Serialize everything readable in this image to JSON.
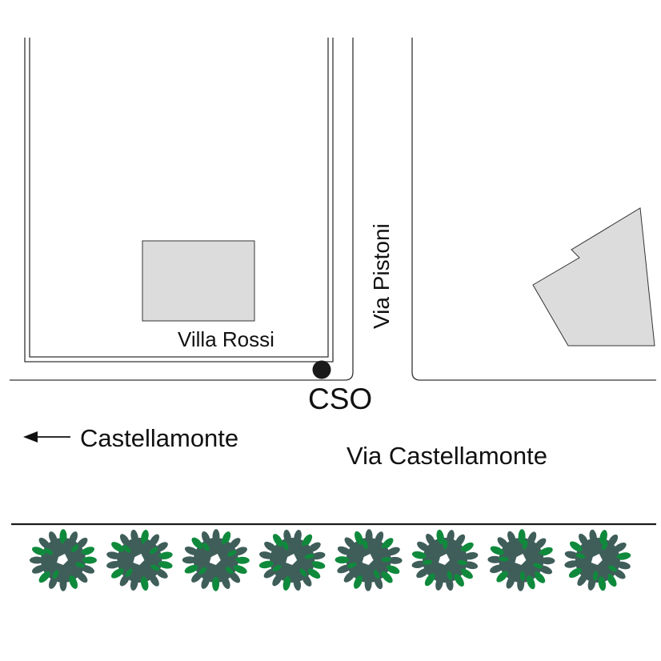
{
  "labels": {
    "villa": "Villa Rossi",
    "cso": "CSO",
    "direction": "Castellamonte",
    "main_road": "Via Castellamonte",
    "side_road": "Via Pistoni"
  },
  "colors": {
    "building": "#dcdcdc",
    "bush_dark": "#3f5e5a",
    "bush_light": "#0f8a3c",
    "line": "#222222"
  },
  "bushes_count": 8
}
